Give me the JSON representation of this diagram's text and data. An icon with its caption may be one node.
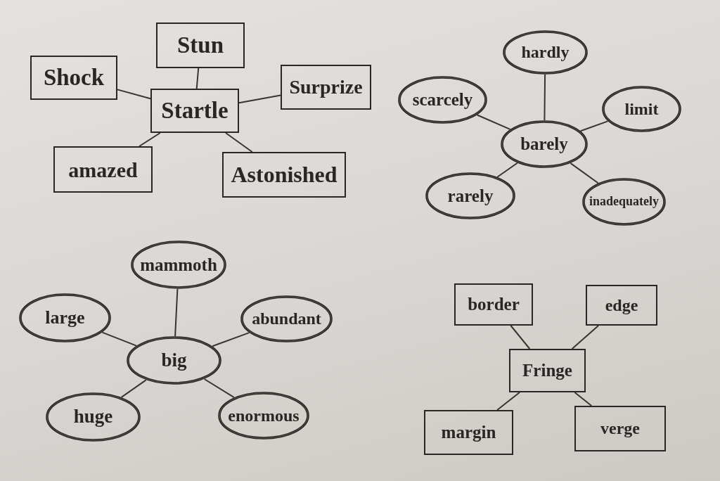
{
  "diagram": {
    "nodes": [
      {
        "text": [
          "Stun"
        ]
      },
      {
        "text": [
          "Shock"
        ]
      },
      {
        "text": [
          "Surprize"
        ]
      },
      {
        "text": [
          "Startle"
        ]
      },
      {
        "text": [
          "amazed"
        ]
      },
      {
        "text": [
          "Astonished"
        ]
      },
      {
        "text": [
          "hardly"
        ]
      },
      {
        "text": [
          "scarcely"
        ]
      },
      {
        "text": [
          "limit"
        ]
      },
      {
        "text": [
          "barely"
        ]
      },
      {
        "text": [
          "rarely"
        ]
      },
      {
        "text": [
          "inadequately"
        ]
      },
      {
        "text": [
          "mammoth"
        ]
      },
      {
        "text": [
          "large"
        ]
      },
      {
        "text": [
          "abundant"
        ]
      },
      {
        "text": [
          "big"
        ]
      },
      {
        "text": [
          "huge"
        ]
      },
      {
        "text": [
          "enormous"
        ]
      },
      {
        "text": [
          "border"
        ]
      },
      {
        "text": [
          "edge"
        ]
      },
      {
        "text": [
          "Fringe"
        ]
      },
      {
        "text": [
          "margin"
        ]
      },
      {
        "text": [
          "verge"
        ]
      }
    ],
    "edges": [
      {
        "from": 3,
        "to": 0,
        "arrow": "none"
      },
      {
        "from": 3,
        "to": 1,
        "arrow": "none"
      },
      {
        "from": 3,
        "to": 2,
        "arrow": "none"
      },
      {
        "from": 3,
        "to": 4,
        "arrow": "none"
      },
      {
        "from": 3,
        "to": 5,
        "arrow": "none"
      },
      {
        "from": 9,
        "to": 6,
        "arrow": "none"
      },
      {
        "from": 9,
        "to": 7,
        "arrow": "none"
      },
      {
        "from": 9,
        "to": 8,
        "arrow": "none"
      },
      {
        "from": 9,
        "to": 10,
        "arrow": "none"
      },
      {
        "from": 9,
        "to": 11,
        "arrow": "none"
      },
      {
        "from": 15,
        "to": 12,
        "arrow": "none"
      },
      {
        "from": 15,
        "to": 13,
        "arrow": "none"
      },
      {
        "from": 15,
        "to": 14,
        "arrow": "none"
      },
      {
        "from": 15,
        "to": 16,
        "arrow": "none"
      },
      {
        "from": 15,
        "to": 17,
        "arrow": "none"
      },
      {
        "from": 20,
        "to": 18,
        "arrow": "none"
      },
      {
        "from": 20,
        "to": 19,
        "arrow": "none"
      },
      {
        "from": 20,
        "to": 21,
        "arrow": "none"
      },
      {
        "from": 20,
        "to": 22,
        "arrow": "none"
      }
    ]
  }
}
